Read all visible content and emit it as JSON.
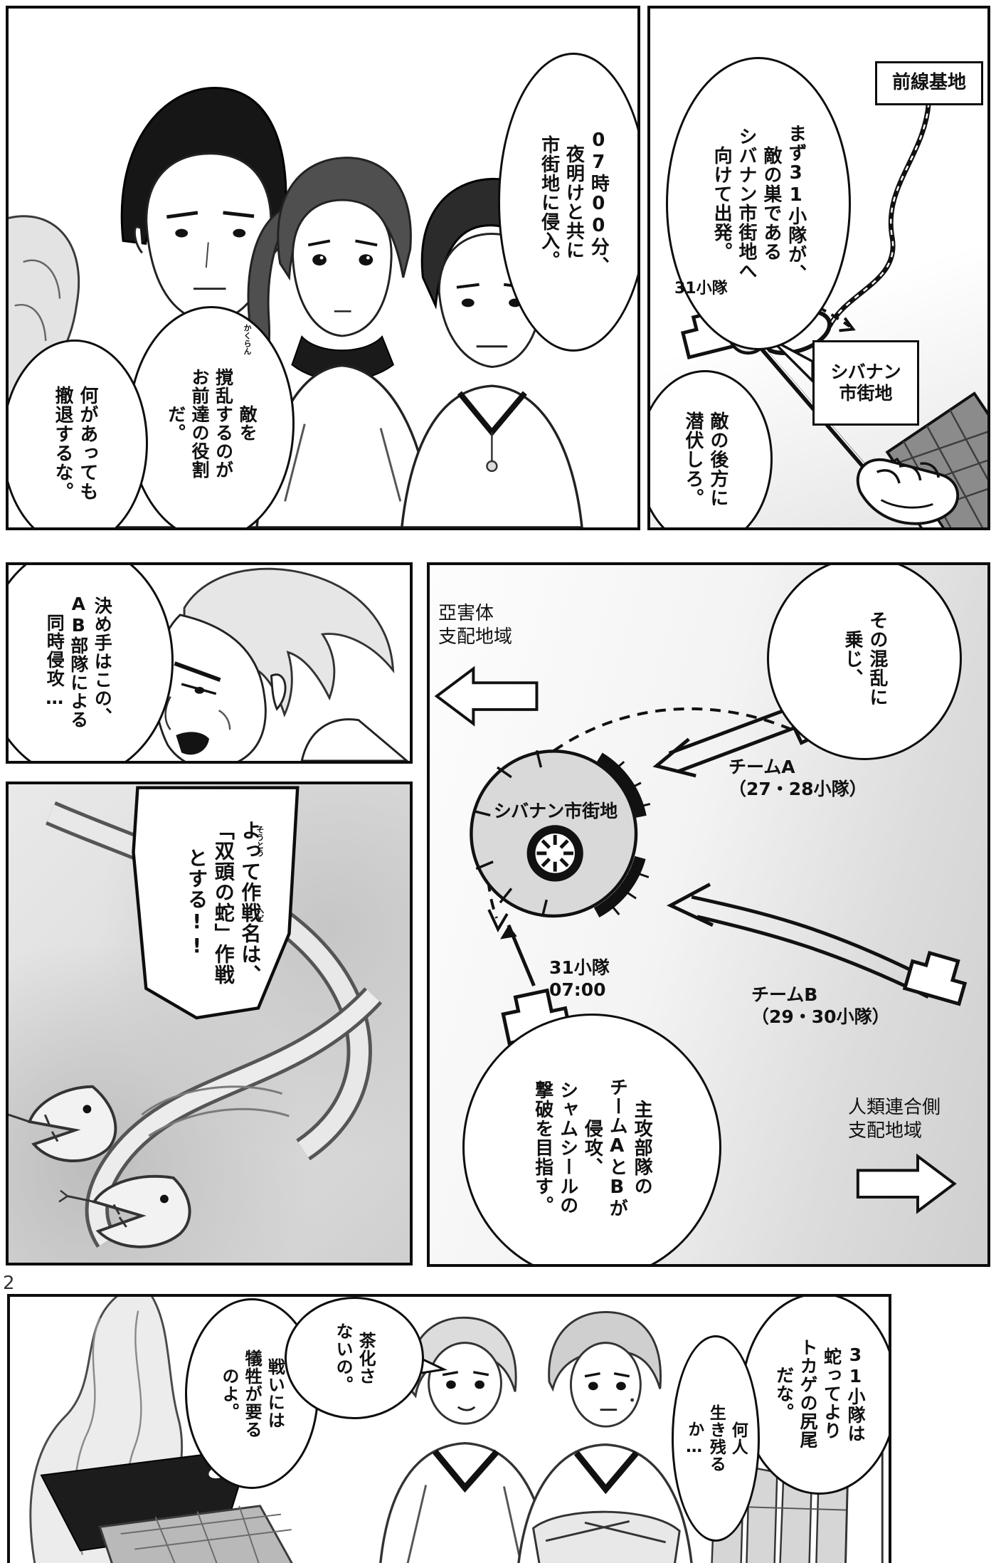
{
  "page_number": "2",
  "colors": {
    "ink": "#0d0d0d",
    "paper": "#ffffff",
    "map_circle_gray": "#d9d9d9",
    "shade_gray": "#9b9b9b"
  },
  "panel_squad_briefing": {
    "bubble_time": "07時00分、\n夜明けと共に\n市街地に侵入。",
    "bubble_role": "敵を\n撹乱するのが\nお前達の役割\nだ。",
    "furigana_kakuran": "かくらん",
    "bubble_no_retreat": "何があっても\n撤退するな。"
  },
  "panel_pointer_map": {
    "bubble_depart": "まず31小隊が、\n敵の巣である\nシバナン市街地へ\n向けて出発。",
    "bubble_lurk": "敵の後方に\n潜伏しろ。",
    "label_front_base": "前線基地",
    "label_squad31": "31小隊",
    "label_city": "シバナン\n市街地"
  },
  "panel_commander": {
    "bubble_keyplan": "決め手はこの、\nAB部隊による\n同時侵攻…"
  },
  "panel_operation_name": {
    "bubble_operation": "よって作戦名は、\n「双頭の蛇」作戦\nとする!!",
    "furigana_soutou": "そうとう",
    "furigana_hebi": "ヘビ"
  },
  "panel_strategy_map": {
    "bubble_chaos": "その混乱に\n乗じ、",
    "bubble_main_attack": "主攻部隊の\nチームAとBが\n侵攻、\nシャムシールの\n撃破を目指す。",
    "label_enemy_zone": "亞害体\n支配地域",
    "label_city": "シバナン市街地",
    "label_team_a": "チームA\n（27・28小隊）",
    "label_team_b": "チームB\n（29・30小隊）",
    "label_squad31_time": "31小隊\n07:00",
    "label_human_zone": "人類連合側\n支配地域"
  },
  "panel_soldiers": {
    "bubble_lizard": "31小隊は\n蛇ってより\nトカゲの尻尾\nだな。",
    "bubble_survive": "何人\n生き残る\nか…",
    "bubble_dont_joke": "茶化さ\nないの。",
    "bubble_sacrifice": "戦いには\n犠牲が要る\nのよ。"
  }
}
